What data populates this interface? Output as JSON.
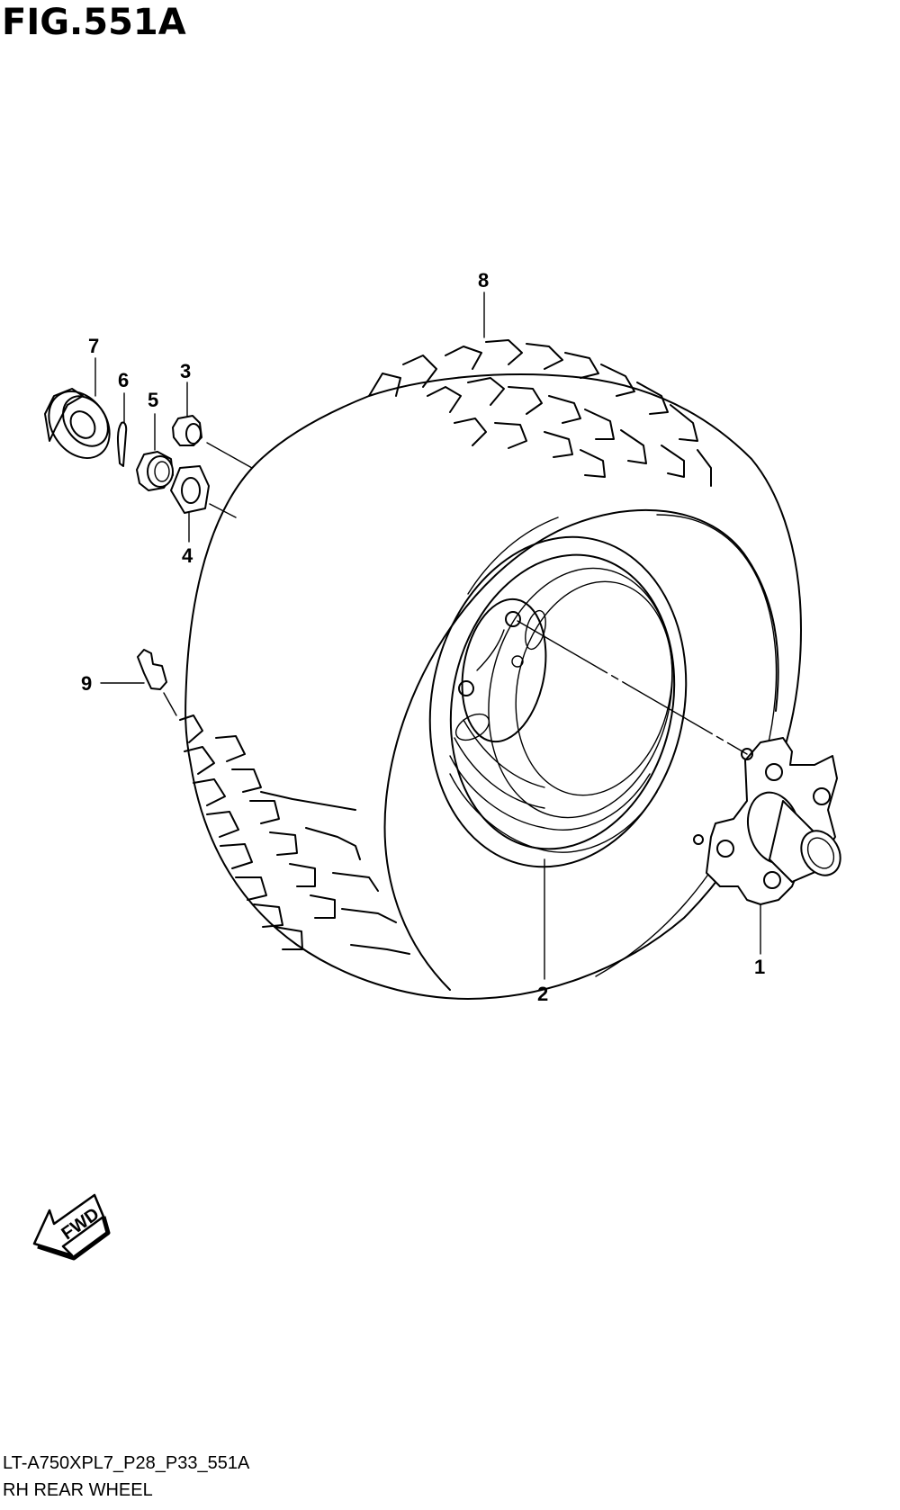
{
  "figure": {
    "title": "FIG.551A"
  },
  "callouts": [
    {
      "id": "1",
      "label": "1"
    },
    {
      "id": "2",
      "label": "2"
    },
    {
      "id": "3",
      "label": "3"
    },
    {
      "id": "4",
      "label": "4"
    },
    {
      "id": "5",
      "label": "5"
    },
    {
      "id": "6",
      "label": "6"
    },
    {
      "id": "7",
      "label": "7"
    },
    {
      "id": "8",
      "label": "8"
    },
    {
      "id": "9",
      "label": "9"
    }
  ],
  "direction_indicator": {
    "label": "FWD"
  },
  "footer": {
    "diagram_code": "LT-A750XPL7_P28_P33_551A",
    "section_name": "RH REAR WHEEL"
  }
}
